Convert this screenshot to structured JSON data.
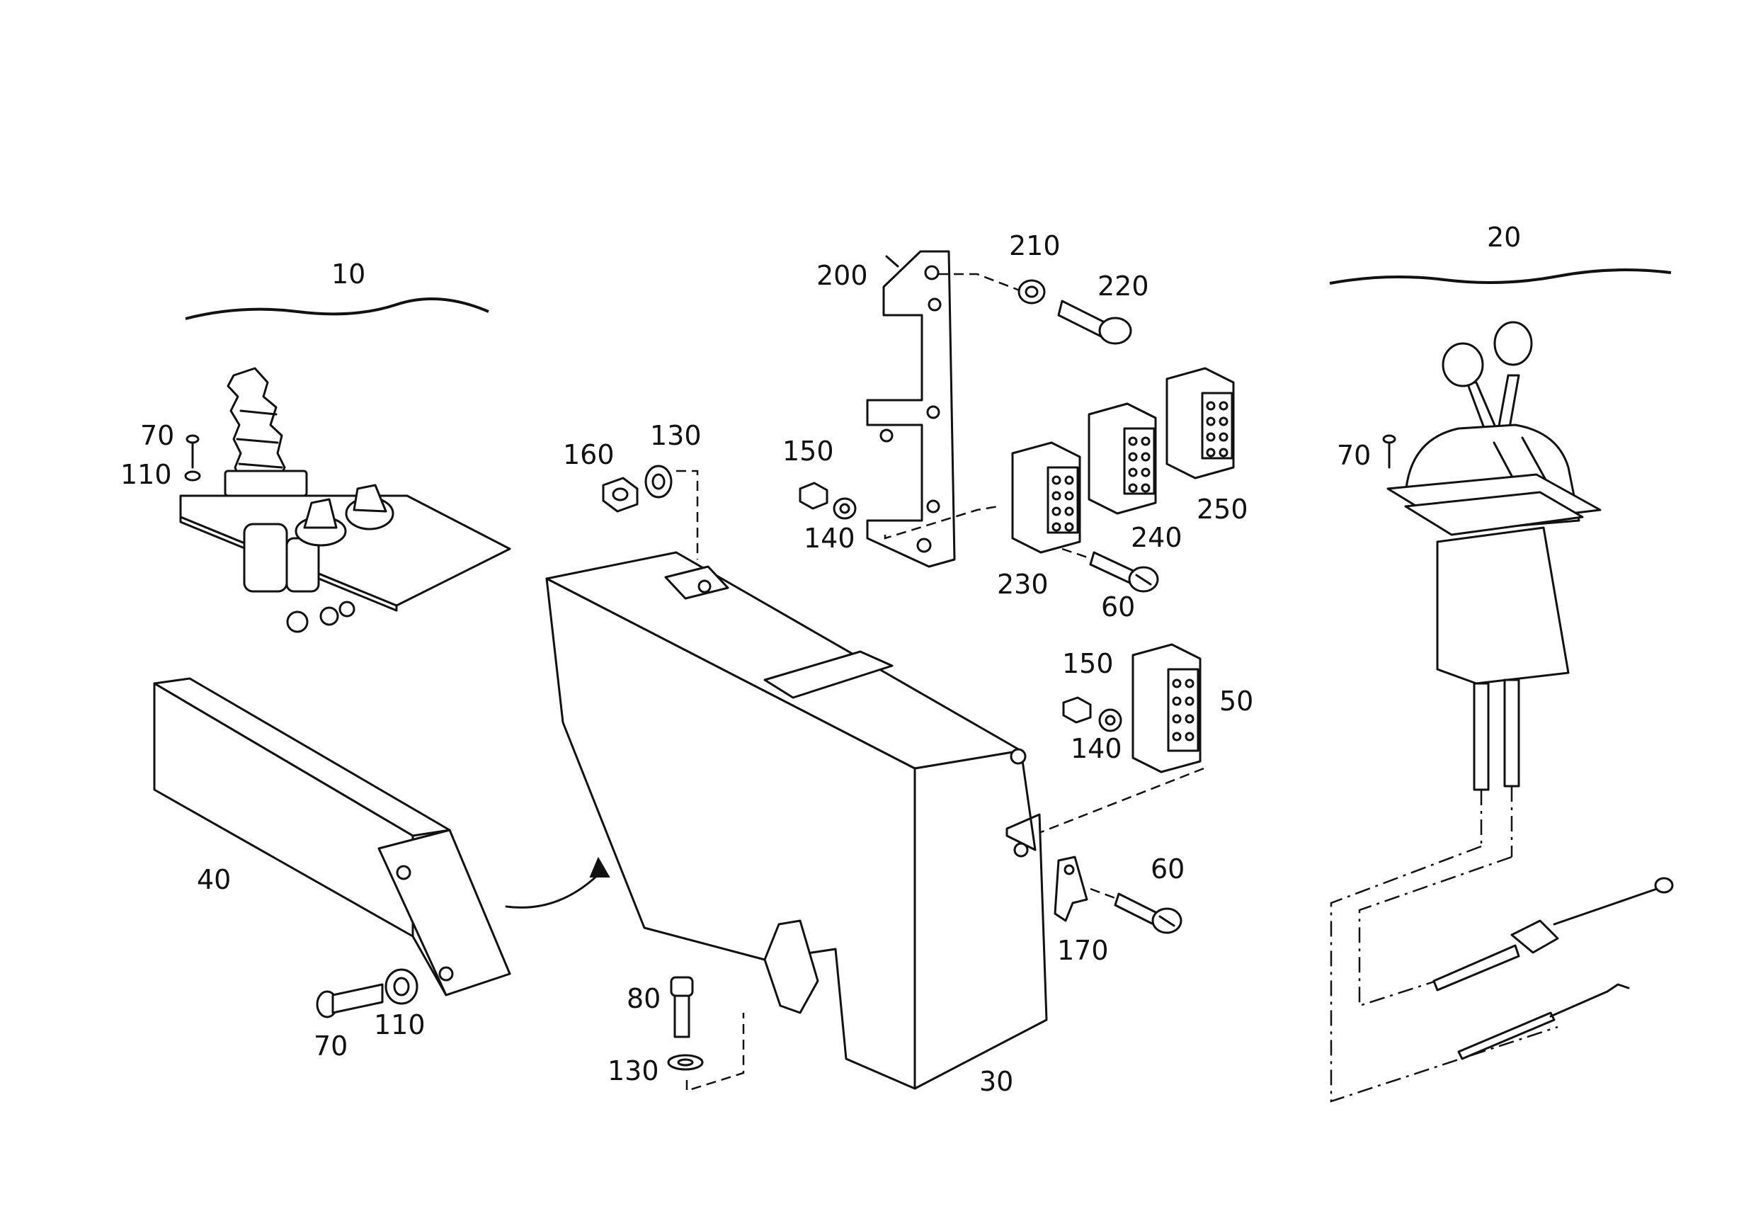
{
  "callouts": {
    "c10": "10",
    "c20": "20",
    "c30": "30",
    "c40": "40",
    "c50": "50",
    "c60a": "60",
    "c60b": "60",
    "c70a": "70",
    "c70b": "70",
    "c70c": "70",
    "c80": "80",
    "c110a": "110",
    "c110b": "110",
    "c130a": "130",
    "c130b": "130",
    "c140a": "140",
    "c140b": "140",
    "c150a": "150",
    "c150b": "150",
    "c160": "160",
    "c170": "170",
    "c200": "200",
    "c210": "210",
    "c220": "220",
    "c230": "230",
    "c240": "240",
    "c250": "250"
  }
}
